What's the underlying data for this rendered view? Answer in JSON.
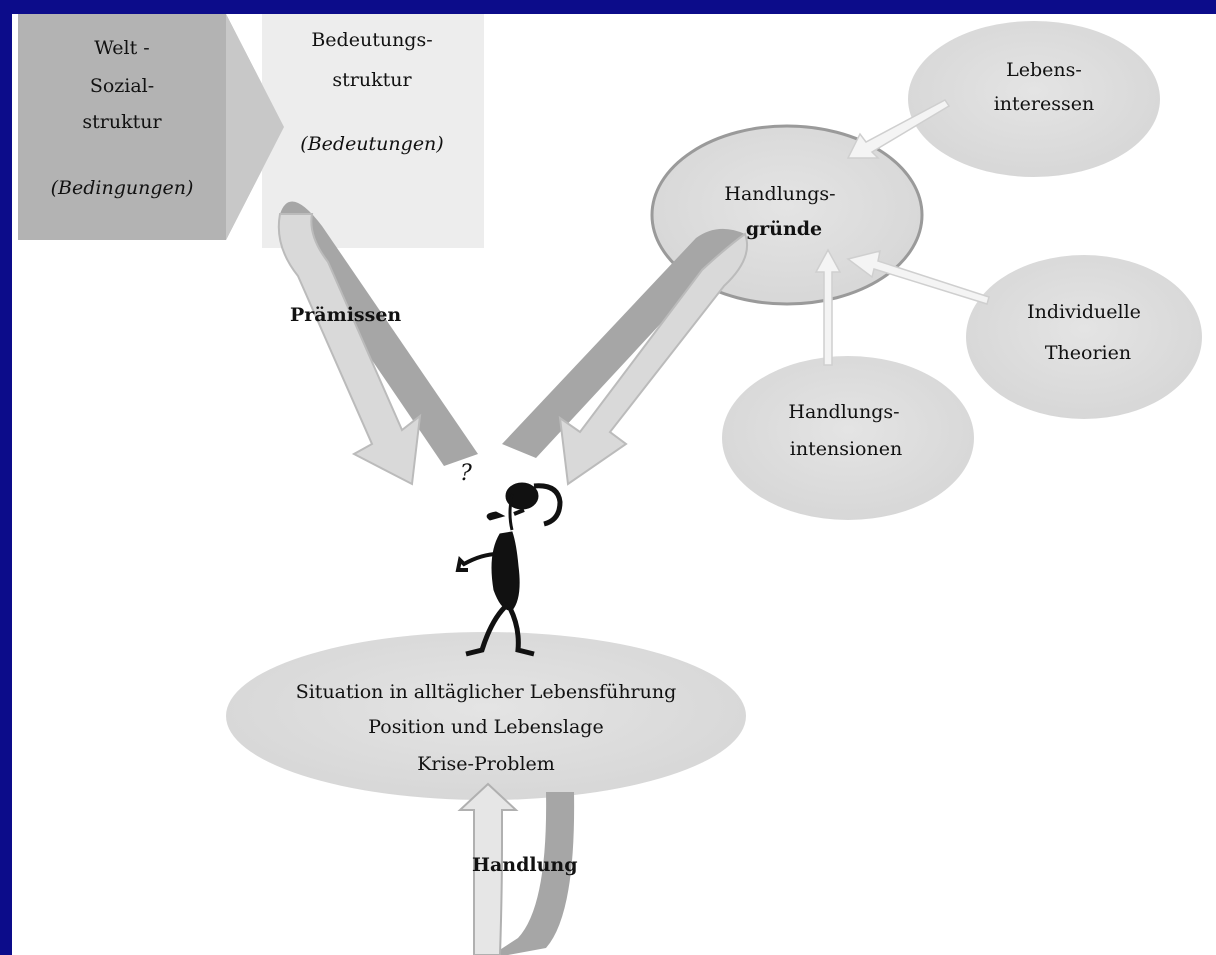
{
  "boxes": {
    "welt": {
      "line1": "Welt -",
      "line2": "Sozial-",
      "line3": "struktur",
      "line4": "(Bedingungen)"
    },
    "bedeutung": {
      "line1": "Bedeutungs-",
      "line2": "struktur",
      "line3": "(Bedeutungen)"
    }
  },
  "ellipses": {
    "handlungsgruende": {
      "line1": "Handlungs-",
      "line2": "gründe"
    },
    "lebensinteressen": {
      "line1": "Lebens-",
      "line2": "interessen"
    },
    "theorien": {
      "line1": "Individuelle",
      "line2": "Theorien"
    },
    "intensionen": {
      "line1": "Handlungs-",
      "line2": "intensionen"
    },
    "situation": {
      "line1": "Situation in alltäglicher Lebensführung",
      "line2": "Position und Lebenslage",
      "line3": "Krise-Problem"
    }
  },
  "labels": {
    "praemissen": "Prämissen",
    "handlung": "Handlung",
    "question_mark": "?"
  },
  "colors": {
    "frame": "#0c0c8a",
    "box_dark": "#b3b3b3",
    "box_light": "#ececec",
    "ellipse": "#dedede",
    "arrow_dark": "#a6a6a6",
    "arrow_light": "#d7d7d7"
  }
}
